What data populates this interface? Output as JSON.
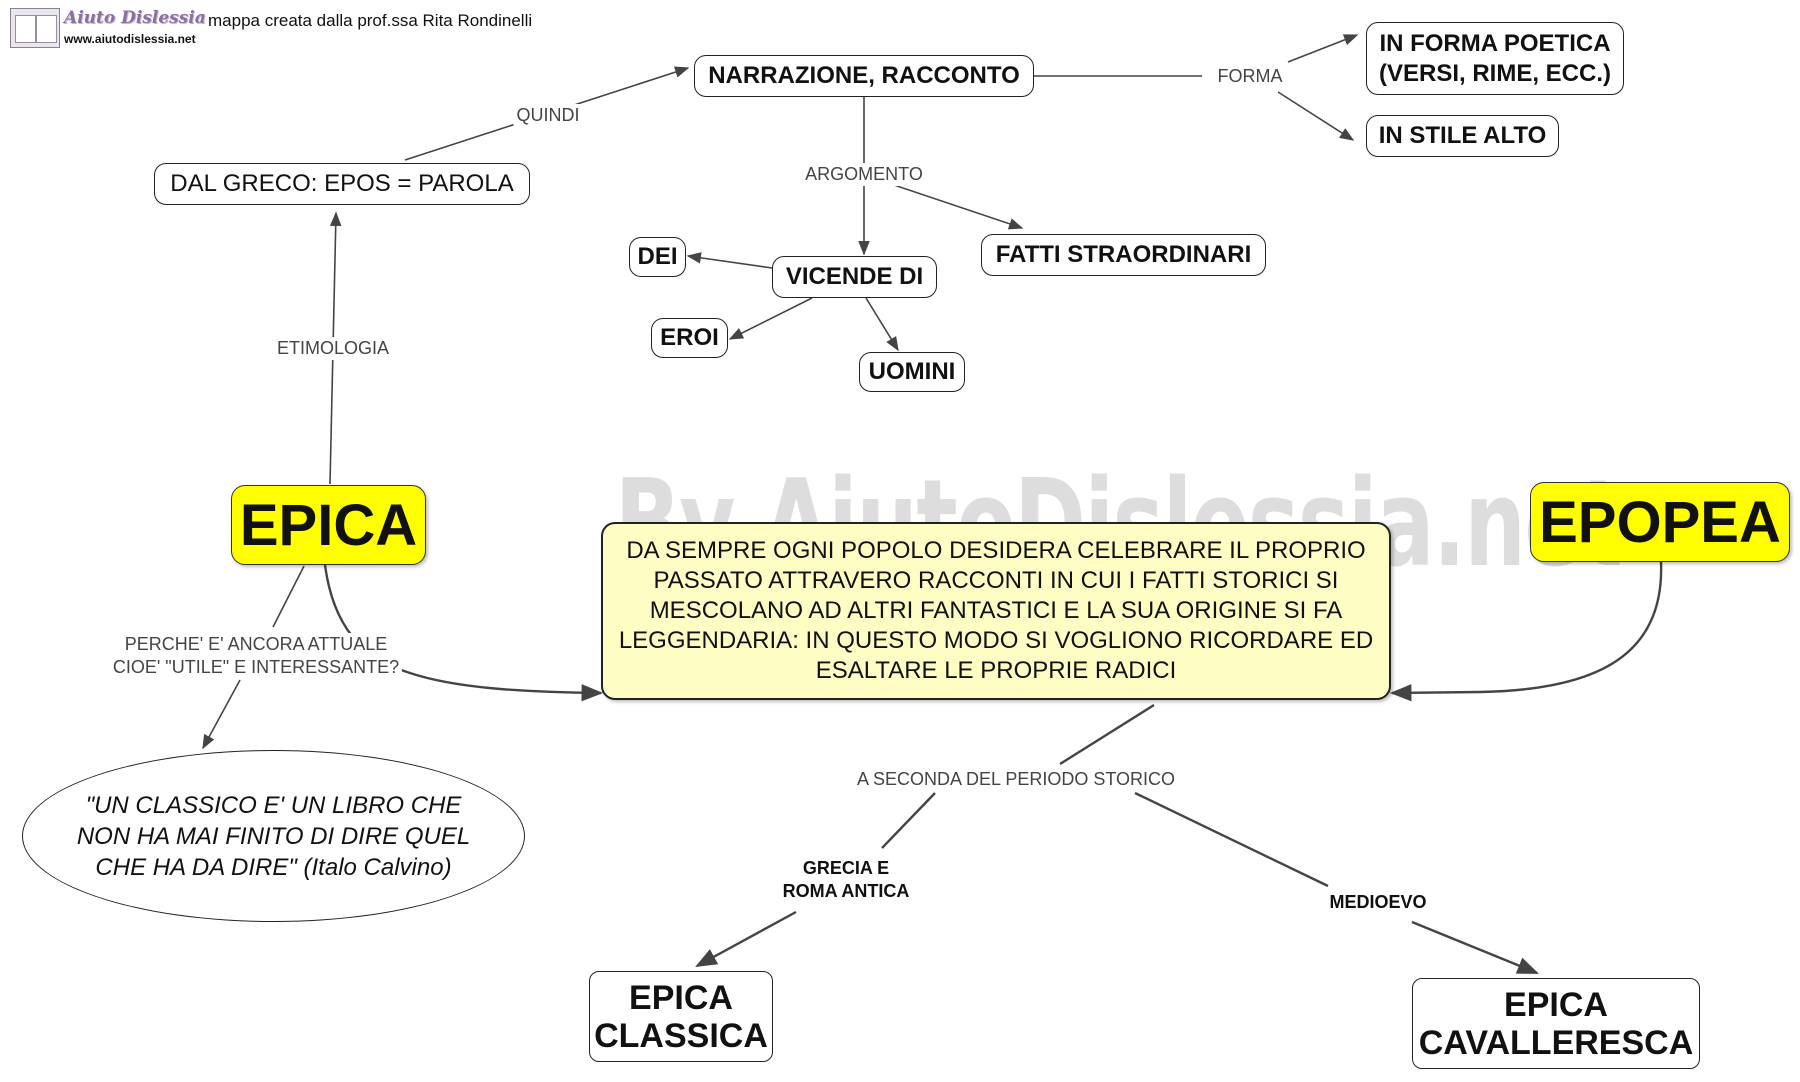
{
  "header": {
    "logo_brand": "Aiuto Dislessia",
    "logo_url": "www.aiutodislessia.net",
    "credit": "mappa creata dalla prof.ssa Rita Rondinelli"
  },
  "watermark": "By AiutoDislessia.net",
  "nodes": {
    "epica": "EPICA",
    "epopea": "EPOPEA",
    "central": "DA SEMPRE OGNI POPOLO DESIDERA CELEBRARE IL PROPRIO PASSATO ATTRAVERO RACCONTI IN CUI I FATTI STORICI SI MESCOLANO AD ALTRI FANTASTICI E LA SUA ORIGINE SI FA LEGGENDARIA: IN QUESTO MODO SI VOGLIONO RICORDARE ED ESALTARE LE PROPRIE RADICI",
    "dal_greco": "DAL GRECO: EPOS = PAROLA",
    "narrazione": "NARRAZIONE, RACCONTO",
    "forma_poetica": "IN FORMA POETICA\n(VERSI, RIME, ECC.)",
    "stile_alto": "IN STILE ALTO",
    "vicende": "VICENDE DI",
    "fatti": "FATTI STRAORDINARI",
    "dei": "DEI",
    "eroi": "EROI",
    "uomini": "UOMINI",
    "quote": "\"UN CLASSICO E' UN LIBRO CHE NON HA MAI FINITO DI DIRE QUEL CHE HA DA DIRE\" (Italo Calvino)",
    "epica_classica": "EPICA\nCLASSICA",
    "epica_cavalleresca": "EPICA\nCAVALLERESCA"
  },
  "edge_labels": {
    "quindi": "QUINDI",
    "forma": "FORMA",
    "argomento": "ARGOMENTO",
    "etimologia": "ETIMOLOGIA",
    "perche": "PERCHE' E' ANCORA ATTUALE\nCIOE' \"UTILE\" E INTERESSANTE?",
    "periodo": "A SECONDA DEL PERIODO STORICO",
    "grecia": "GRECIA E\nROMA ANTICA",
    "medioevo": "MEDIOEVO"
  },
  "colors": {
    "highlight_yellow": "#fefe00",
    "central_fill": "#fdfdc4",
    "edge": "#444444"
  }
}
